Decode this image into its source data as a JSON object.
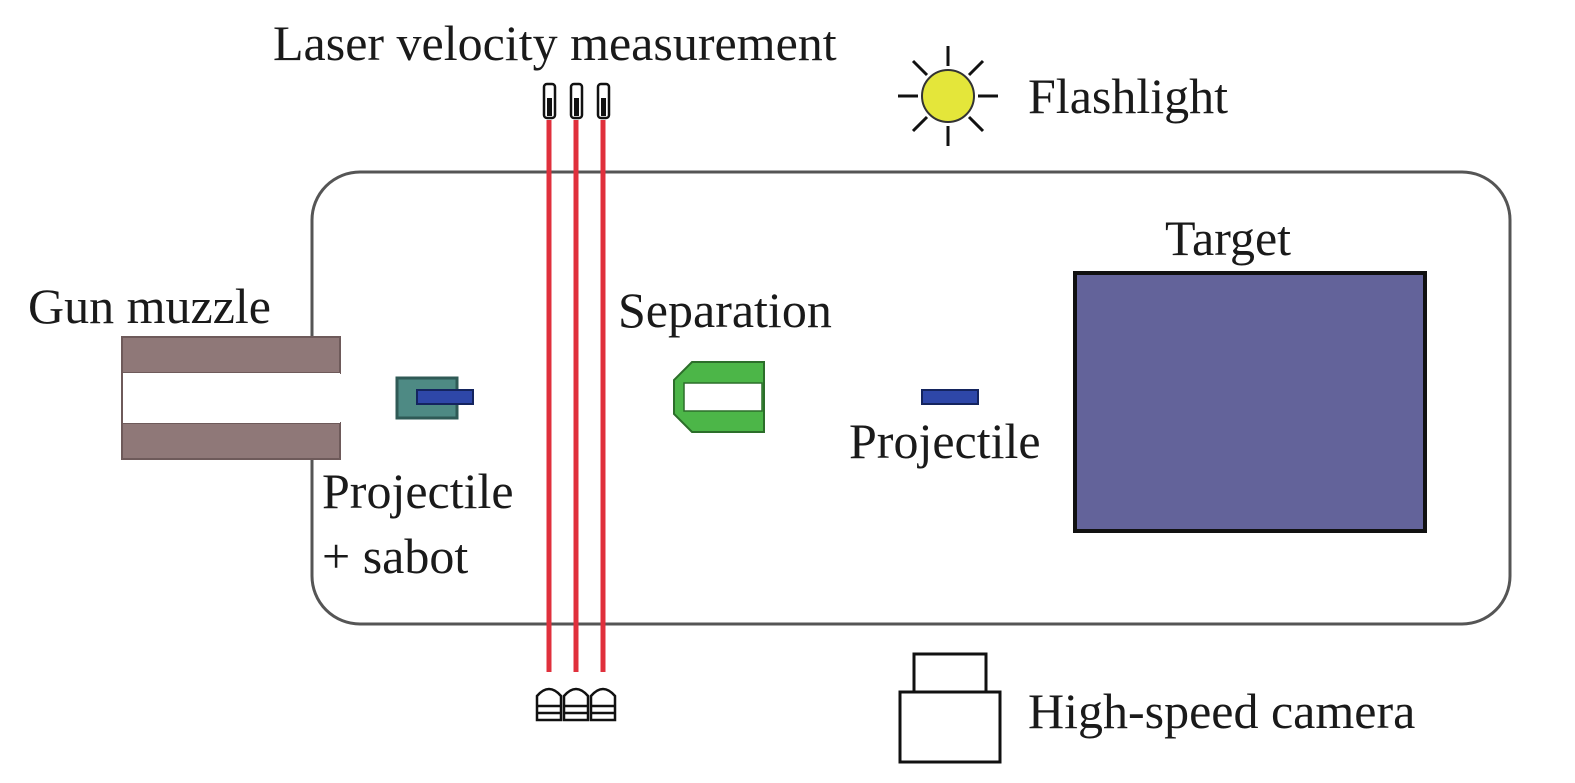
{
  "labels": {
    "laser": "Laser velocity measurement",
    "flashlight": "Flashlight",
    "target": "Target",
    "gun_muzzle": "Gun muzzle",
    "separation": "Separation",
    "projectile": "Projectile",
    "projectile_sabot_line1": "Projectile",
    "projectile_sabot_line2": "+ sabot",
    "camera": "High-speed camera"
  },
  "colors": {
    "chamber_stroke": "#555555",
    "muzzle_wall": "#8f7878",
    "sabot_teal": "#4e8a84",
    "projectile_blue": "#2e47a8",
    "separated_sabot": "#4cb648",
    "target_fill": "#63639a",
    "laser_red": "#e0303c",
    "flashlight_yellow": "#e4e63a"
  },
  "icons": [
    "flashlight-icon",
    "laser-emitter-icon",
    "laser-receiver-icon",
    "high-speed-camera-icon"
  ]
}
